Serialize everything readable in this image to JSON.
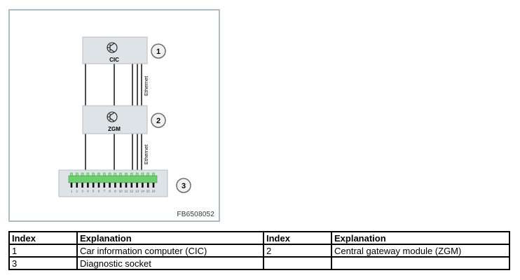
{
  "figure": {
    "modules": [
      {
        "label": "CIC",
        "callout": "1"
      },
      {
        "label": "ZGM",
        "callout": "2"
      }
    ],
    "ethernet_labels": [
      "Ethernet",
      "Ethernet"
    ],
    "socket_callout": "3",
    "socket_pins": [
      "1",
      "2",
      "3",
      "4",
      "5",
      "6",
      "7",
      "8",
      "9",
      "10",
      "11",
      "12",
      "13",
      "14",
      "15",
      "16"
    ],
    "figure_id": "FB6508052"
  },
  "legend": {
    "headers": [
      "Index",
      "Explanation",
      "Index",
      "Explanation"
    ],
    "rows": [
      [
        "1",
        "Car information computer (CIC)",
        "2",
        "Central gateway module (ZGM)"
      ],
      [
        "3",
        "Diagnostic socket",
        "",
        ""
      ]
    ]
  }
}
